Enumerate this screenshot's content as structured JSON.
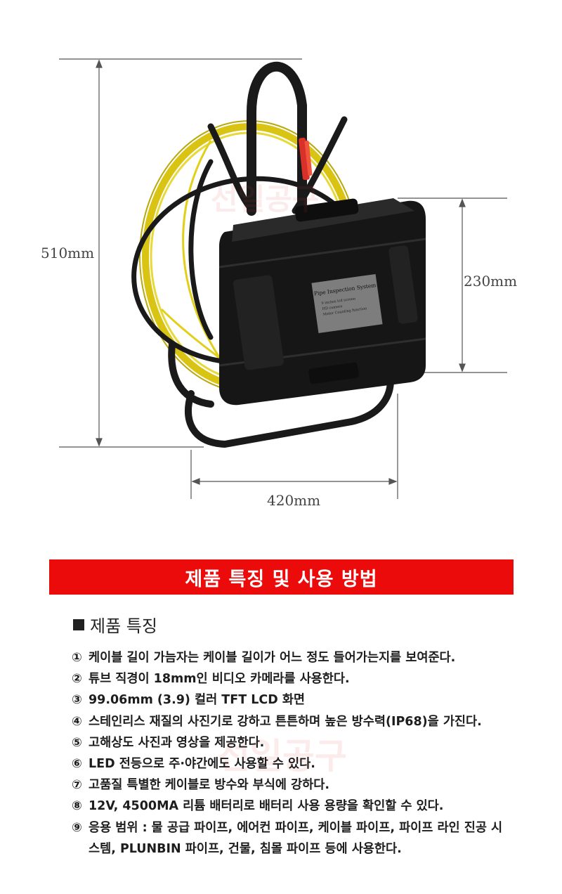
{
  "dimensions": {
    "height_total": "510mm",
    "height_case": "230mm",
    "width": "420mm"
  },
  "case_plate": {
    "title": "Pipe Inspection System",
    "lines": [
      "9 inches lcd screen",
      "HD camera",
      "Meter Counting function"
    ]
  },
  "banner": {
    "title": "제품 특징 및 사용 방법"
  },
  "features_heading": "제품 특징",
  "features": [
    {
      "num": "①",
      "text": "케이블 길이 가늠자는 케이블 길이가 어느 정도 들어가는지를 보여준다."
    },
    {
      "num": "②",
      "text": "튜브 직경이 18mm인 비디오 카메라를 사용한다."
    },
    {
      "num": "③",
      "text": "99.06mm (3.9) 컬러 TFT LCD 화면"
    },
    {
      "num": "④",
      "text": "스테인리스 재질의 사진기로 강하고 튼튼하며 높은 방수력(IP68)을 가진다."
    },
    {
      "num": "⑤",
      "text": "고해상도 사진과 영상을 제공한다."
    },
    {
      "num": "⑥",
      "text": "LED 전등으로 주·야간에도 사용할 수 있다."
    },
    {
      "num": "⑦",
      "text": "고품질 특별한 케이블로 방수와 부식에 강하다."
    },
    {
      "num": "⑧",
      "text": "12V, 4500MA 리튬 배터리로 배터리 사용 용량을 확인할 수 있다."
    },
    {
      "num": "⑨",
      "text": "응용 범위 : 물 공급 파이프, 에어컨 파이프, 케이블 파이프, 파이프 라인 진공 시스템, PLUNBIN 파이프, 건물, 침몰 파이프 등에 사용한다."
    }
  ],
  "watermark": "선일공구",
  "colors": {
    "banner": "#ec0b0b",
    "cable": "#e2cf1a",
    "frame": "#1a1a1a",
    "case": "#161616"
  },
  "icons": {
    "section_marker": "square-icon"
  }
}
